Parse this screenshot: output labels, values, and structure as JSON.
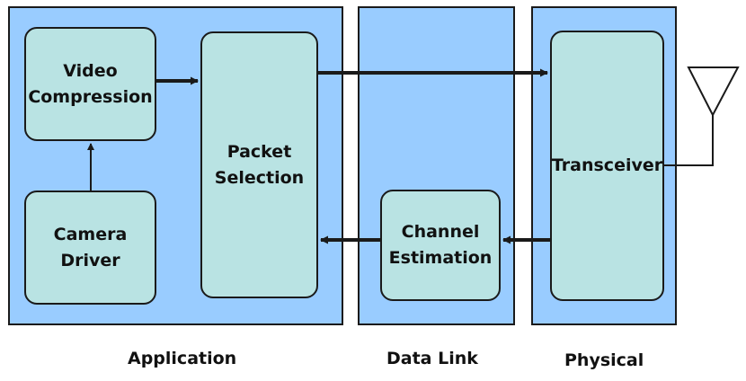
{
  "layers": {
    "application": "Application",
    "data_link": "Data Link",
    "physical": "Physical"
  },
  "blocks": {
    "video_compression": "Video\nCompression",
    "camera_driver": "Camera\nDriver",
    "packet_selection": "Packet\nSelection",
    "channel_estimation": "Channel\nEstimation",
    "transceiver": "Transceiver"
  },
  "colors": {
    "layer_fill": "#99ccff",
    "block_fill": "#b9e3e3",
    "line": "#1a1a1a"
  },
  "icons": {
    "antenna": "antenna-icon"
  }
}
